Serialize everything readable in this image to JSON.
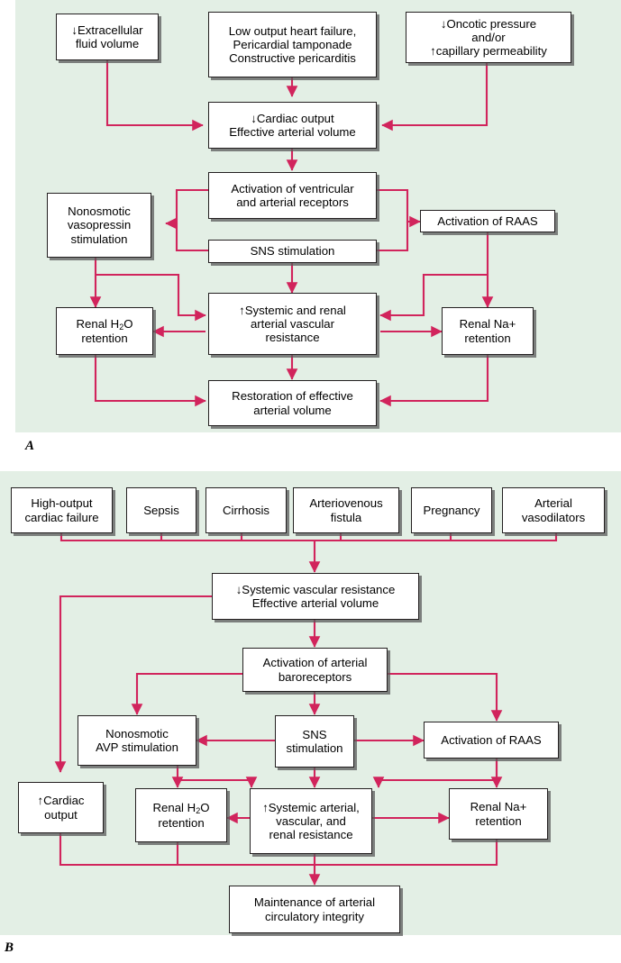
{
  "figure": {
    "type": "flowchart",
    "panel_labels": [
      "A",
      "B"
    ],
    "background_color": "#e3efe5",
    "arrow_color": "#d1245c",
    "box_border_color": "#231f20",
    "box_fill_color": "#ffffff"
  },
  "panel_a": {
    "letter": "A",
    "nodes": {
      "extracellular": "↓Extracellular\nfluid volume",
      "low_output": "Low output heart failure,\nPericardial tamponade\nConstructive pericarditis",
      "oncotic": "↓Oncotic pressure\nand/or\n↑capillary permeability",
      "cardiac_output": "↓Cardiac output\nEffective arterial volume",
      "activation_receptors": "Activation of ventricular\nand arterial receptors",
      "nonosmotic": "Nonosmotic\nvasopressin\nstimulation",
      "sns": "SNS stimulation",
      "raas": "Activation of RAAS",
      "systemic_renal": "↑Systemic and renal\narterial vascular\nresistance",
      "renal_h2o": "Renal H2O\nretention",
      "renal_h2o_pre": "Renal H",
      "renal_h2o_sub": "2",
      "renal_h2o_post": "O\nretention",
      "renal_na": "Renal Na+\nretention",
      "restoration": "Restoration of effective\narterial volume"
    }
  },
  "panel_b": {
    "letter": "B",
    "nodes": {
      "high_output": "High-output\ncardiac failure",
      "sepsis": "Sepsis",
      "cirrhosis": "Cirrhosis",
      "av_fistula": "Arteriovenous\nfistula",
      "pregnancy": "Pregnancy",
      "arterial_vasodilators": "Arterial\nvasodilators",
      "systemic_vascular": "↓Systemic vascular resistance\nEffective arterial volume",
      "baroreceptors": "Activation of arterial\nbaroreceptors",
      "nonosmotic_avp": "Nonosmotic\nAVP stimulation",
      "sns": "SNS\nstimulation",
      "raas": "Activation of RAAS",
      "cardiac_output": "↑Cardiac\noutput",
      "renal_h2o_pre": "Renal H",
      "renal_h2o_sub": "2",
      "renal_h2o_post": "O\nretention",
      "systemic_arterial": "↑Systemic arterial,\nvascular, and\nrenal resistance",
      "renal_na": "Renal Na+\nretention",
      "maintenance": "Maintenance of arterial\ncirculatory integrity"
    }
  }
}
